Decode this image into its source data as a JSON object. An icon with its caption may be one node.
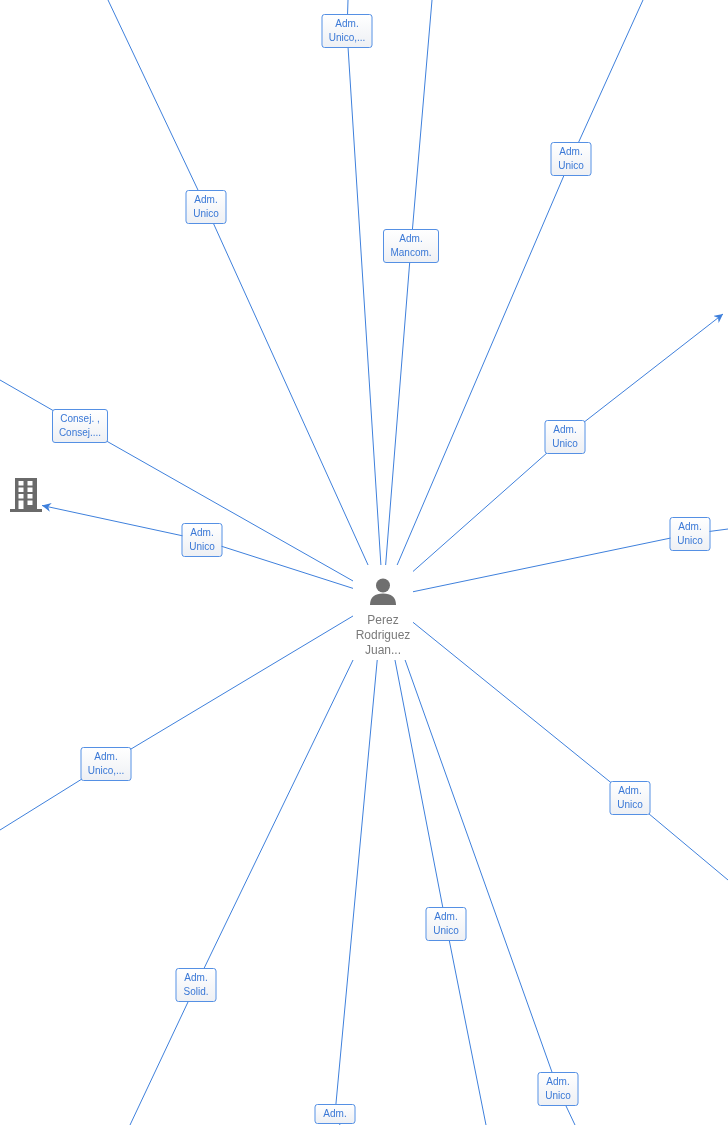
{
  "diagram": {
    "nodes": [
      {
        "text": [
          "Perez Rodriguez Juan..."
        ]
      },
      {
        "text": [],
        "shape": "building"
      }
    ],
    "edges": [
      {
        "from": 0,
        "to": null,
        "arrow": "none",
        "label": "Adm. Unico,..."
      },
      {
        "from": 0,
        "to": null,
        "arrow": "none",
        "label": "Adm. Unico"
      },
      {
        "from": 0,
        "to": null,
        "arrow": "none",
        "label": "Adm. Unico"
      },
      {
        "from": 0,
        "to": null,
        "arrow": "none",
        "label": "Adm. Mancom."
      },
      {
        "from": 0,
        "to": null,
        "arrow": "none",
        "label": "Consej. , Consej...."
      },
      {
        "from": 0,
        "to": null,
        "arrow": "to",
        "label": "Adm. Unico"
      },
      {
        "from": 0,
        "to": null,
        "arrow": "none",
        "label": "Adm. Unico"
      },
      {
        "from": 0,
        "to": 1,
        "arrow": "to",
        "label": "Adm. Unico"
      },
      {
        "from": 0,
        "to": null,
        "arrow": "none",
        "label": "Adm. Unico,..."
      },
      {
        "from": 0,
        "to": null,
        "arrow": "none",
        "label": "Adm. Unico"
      },
      {
        "from": 0,
        "to": null,
        "arrow": "none",
        "label": "Adm. Unico"
      },
      {
        "from": 0,
        "to": null,
        "arrow": "none",
        "label": "Adm. Solid."
      },
      {
        "from": 0,
        "to": null,
        "arrow": "none",
        "label": "Adm. Unico"
      },
      {
        "from": 0,
        "to": null,
        "arrow": "none",
        "label": "Adm."
      }
    ]
  }
}
